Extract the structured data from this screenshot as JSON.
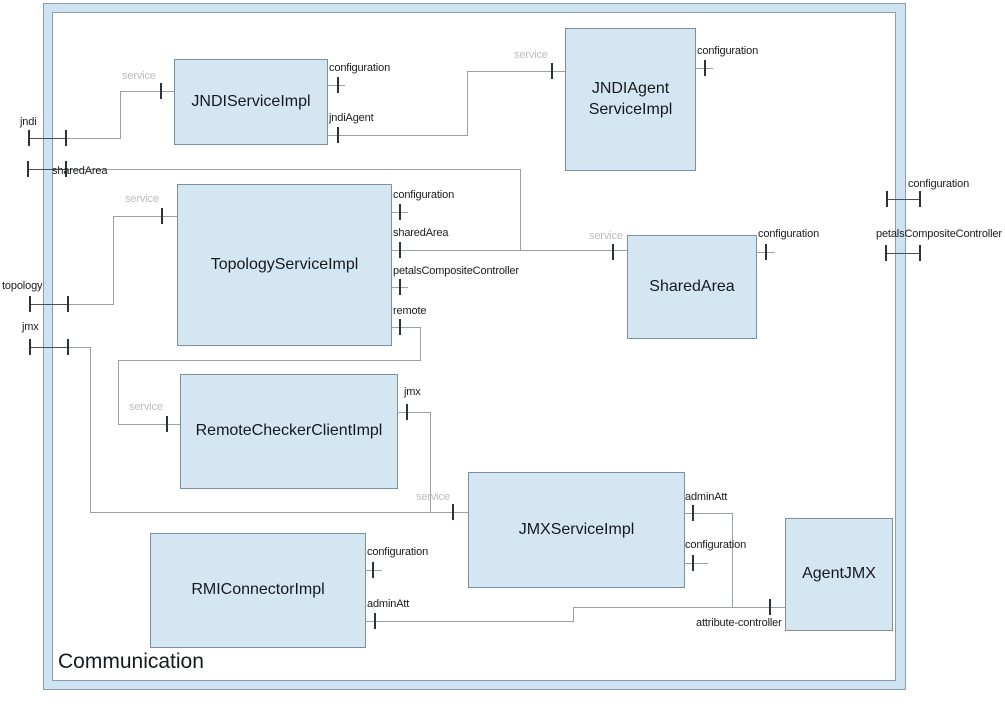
{
  "composite": {
    "name": "Communication"
  },
  "boundary_ports": {
    "left": [
      "jndi",
      "sharedArea",
      "topology",
      "jmx"
    ],
    "right": [
      "configuration",
      "petalsCompositeController"
    ]
  },
  "components": [
    {
      "name": "JNDIServiceImpl",
      "ports": {
        "service": "service",
        "configuration": "configuration",
        "jndiAgent": "jndiAgent"
      }
    },
    {
      "name": "JNDIAgent ServiceImpl",
      "ports": {
        "service": "service",
        "configuration": "configuration"
      }
    },
    {
      "name": "TopologyServiceImpl",
      "ports": {
        "service": "service",
        "configuration": "configuration",
        "sharedArea": "sharedArea",
        "petalsCompositeController": "petalsCompositeController",
        "remote": "remote"
      }
    },
    {
      "name": "SharedArea",
      "ports": {
        "service": "service",
        "configuration": "configuration"
      }
    },
    {
      "name": "RemoteCheckerClientImpl",
      "ports": {
        "service": "service",
        "jmx": "jmx"
      }
    },
    {
      "name": "JMXServiceImpl",
      "ports": {
        "service": "service",
        "adminAtt": "adminAtt",
        "configuration": "configuration"
      }
    },
    {
      "name": "RMIConnectorImpl",
      "ports": {
        "configuration": "configuration",
        "adminAtt": "adminAtt"
      }
    },
    {
      "name": "AgentJMX",
      "ports": {
        "attribute-controller": "attribute-controller"
      }
    }
  ],
  "colors": {
    "component_fill": "#d5e6f3",
    "component_border": "#7e8e9e",
    "composite_band_fill": "#cfe2f1",
    "composite_border": "#8c9cab",
    "wire": "#9aa0a6",
    "port_tick": "#2e3338",
    "port_label": "#1a1a1a",
    "service_label": "#bcbcbc"
  }
}
